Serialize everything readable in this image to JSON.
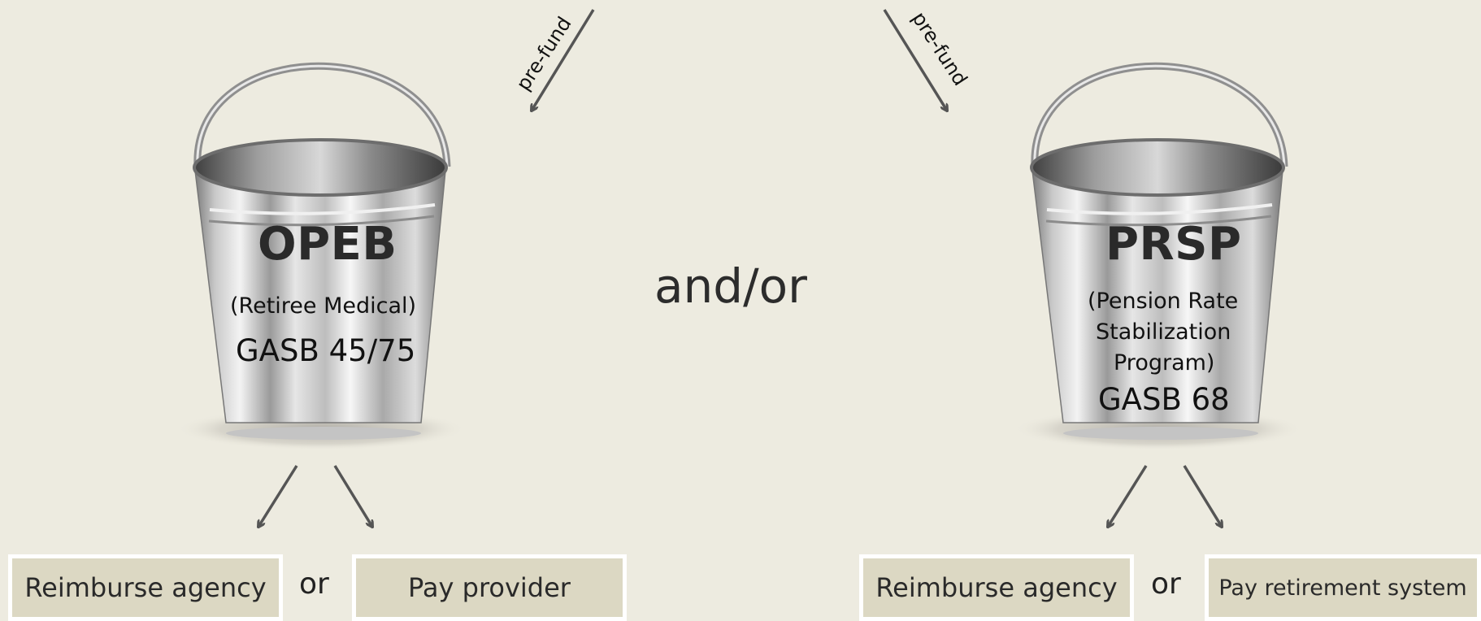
{
  "left_bucket": {
    "title": "OPEB",
    "subtitle_lines": [
      "(Retiree Medical)"
    ],
    "standard": "GASB 45/75",
    "inflow_label": "pre-fund",
    "options": [
      "Reimburse agency",
      "Pay provider"
    ],
    "connector": "or"
  },
  "center_label": "and/or",
  "right_bucket": {
    "title": "PRSP",
    "subtitle_lines": [
      "(Pension Rate",
      "Stabilization",
      "Program)"
    ],
    "standard": "GASB 68",
    "inflow_label": "pre-fund",
    "options": [
      "Reimburse agency",
      "Pay retirement system"
    ],
    "connector": "or"
  },
  "colors": {
    "background": "#edebe0",
    "arrow": "#555555",
    "box_fill": "#dcd8c3",
    "box_border": "#ffffff"
  },
  "icons": [
    "bucket-icon",
    "arrow-icon"
  ]
}
